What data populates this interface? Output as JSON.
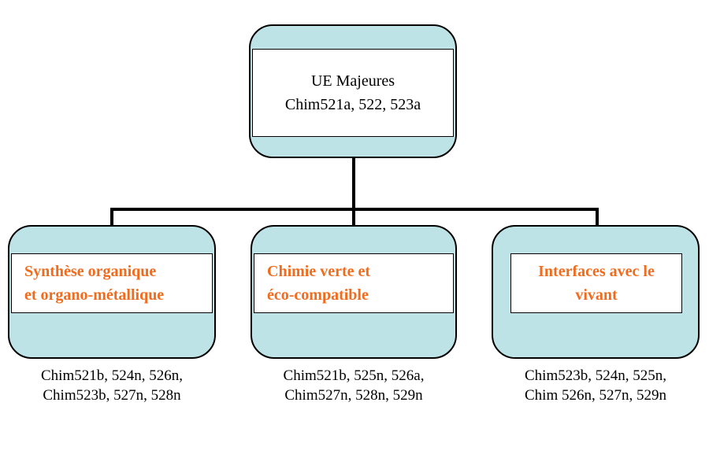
{
  "top": {
    "title": "UE Majeures",
    "subtitle": "Chim521a, 522, 523a"
  },
  "branches": [
    {
      "title_lines": [
        "Synthèse organique",
        "et organo-métallique"
      ],
      "courses_lines": [
        "Chim521b, 524n, 526n,",
        "Chim523b, 527n, 528n"
      ]
    },
    {
      "title_lines": [
        "Chimie verte et",
        "éco-compatible"
      ],
      "courses_lines": [
        "Chim521b, 525n, 526a,",
        "Chim527n, 528n, 529n"
      ]
    },
    {
      "title_lines": [
        "Interfaces avec le",
        "vivant"
      ],
      "courses_lines": [
        "Chim523b, 524n, 525n,",
        "Chim 526n, 527n, 529n"
      ]
    }
  ],
  "colors": {
    "box_fill": "#bee3e6",
    "branch_title": "#f26b1d",
    "line": "#000000"
  }
}
